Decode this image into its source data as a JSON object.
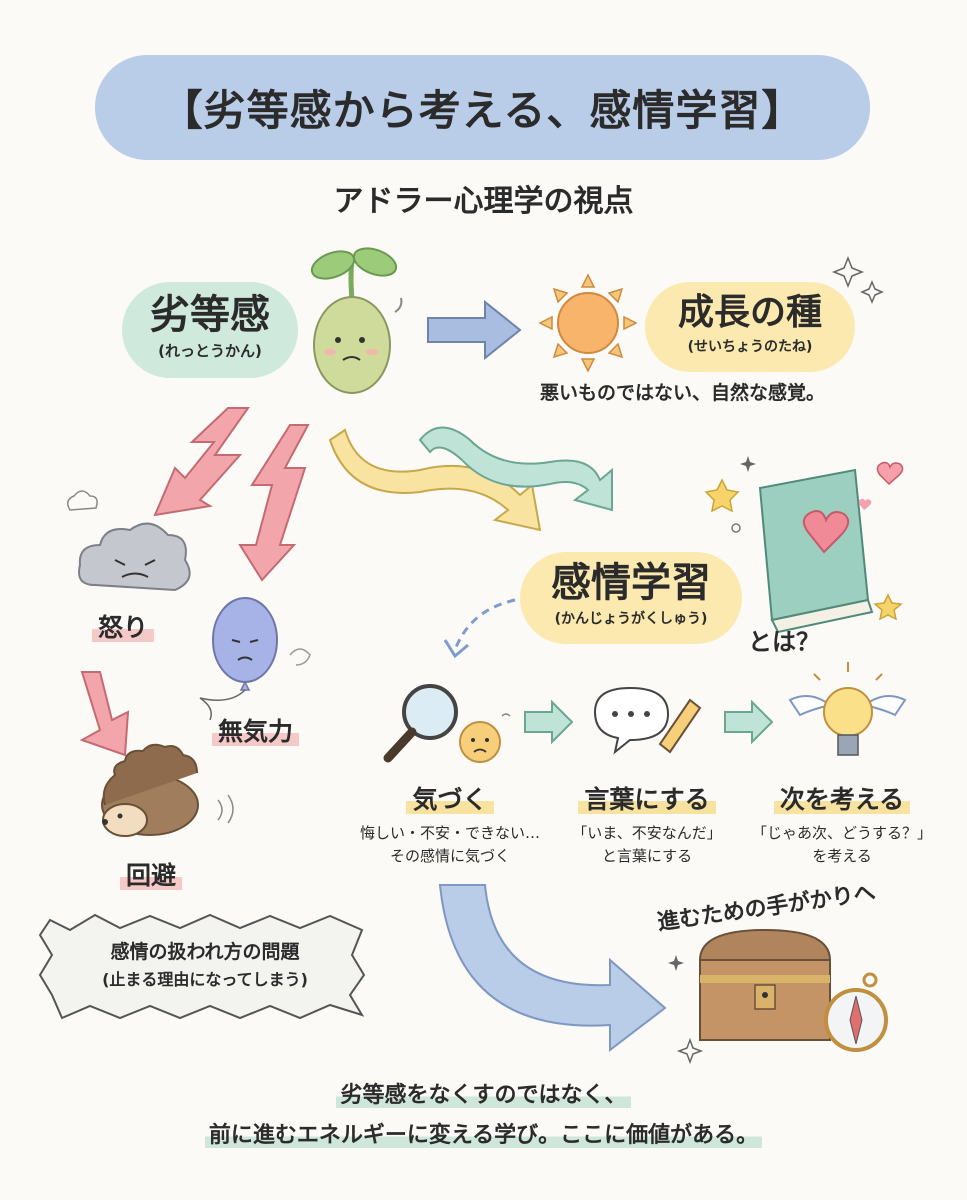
{
  "title": "【劣等感から考える、感情学習】",
  "subtitle": "アドラー心理学の視点",
  "inferiority": {
    "label": "劣等感",
    "reading": "(れっとうかん)"
  },
  "growth": {
    "label": "成長の種",
    "reading": "(せいちょうのたね)",
    "note": "悪いものではない、自然な感覚。"
  },
  "reactions": {
    "anger": "怒り",
    "apathy": "無気力",
    "avoidance": "回避"
  },
  "problem": {
    "line1": "感情の扱われ方の問題",
    "line2": "(止まる理由になってしまう)"
  },
  "emotional_learning": {
    "label": "感情学習",
    "reading": "(かんじょうがくしゅう)",
    "question": "とは？"
  },
  "steps": [
    {
      "label": "気づく",
      "desc1": "悔しい・不安・できない…",
      "desc2": "その感情に気づく"
    },
    {
      "label": "言葉にする",
      "desc1": "「いま、不安なんだ」",
      "desc2": "と言葉にする"
    },
    {
      "label": "次を考える",
      "desc1": "「じゃあ次、どうする？」",
      "desc2": "を考える"
    }
  ],
  "clue": "進むための手がかりへ",
  "conclusion": {
    "line1": "劣等感をなくすのではなく、",
    "line2": "前に進むエネルギーに変える学び。ここに価値がある。"
  },
  "colors": {
    "blue": "#b9cde8",
    "green": "#cfe9dc",
    "yellow": "#fbe9b0",
    "pink": "#f6c9c9"
  }
}
